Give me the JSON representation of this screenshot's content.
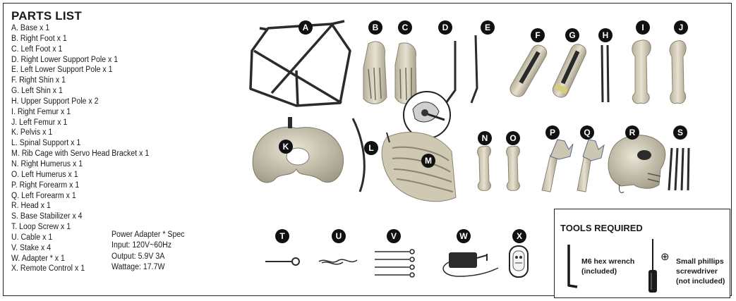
{
  "parts": {
    "title": "PARTS LIST",
    "items": [
      "A. Base x 1",
      "B. Right Foot x 1",
      "C. Left Foot x 1",
      "D. Right Lower Support Pole x 1",
      "E. Left Lower Support Pole x 1",
      "F. Right Shin x 1",
      "G. Left Shin x 1",
      "H. Upper Support Pole x 2",
      "I. Right Femur x 1",
      "J. Left Femur x 1",
      "K. Pelvis x 1",
      "L. Spinal Support x 1",
      "M. Rib Cage with Servo Head Bracket x 1",
      "N. Right Humerus x 1",
      "O. Left Humerus x 1",
      "P. Right Forearm x 1",
      "Q. Left Forearm x 1",
      "R. Head x 1",
      "S. Base Stabilizer x 4",
      "T.  Loop Screw x 1",
      "U.  Cable x 1",
      "V. Stake x 4",
      "W. Adapter * x 1",
      "X. Remote Control x 1"
    ]
  },
  "power": {
    "title": "Power Adapter * Spec",
    "input": "Input: 120V~60Hz",
    "output": "Output: 5.9V 3A",
    "wattage": "Wattage: 17.7W"
  },
  "tools": {
    "title": "TOOLS REQUIRED",
    "wrench_line1": "M6 hex wrench",
    "wrench_line2": "(included)",
    "driver_line1": "Small phillips",
    "driver_line2": "screwdriver",
    "driver_line3": "(not included)",
    "plus_symbol": "⊕"
  },
  "labels": {
    "A": "A",
    "B": "B",
    "C": "C",
    "D": "D",
    "E": "E",
    "F": "F",
    "G": "G",
    "H": "H",
    "I": "I",
    "J": "J",
    "K": "K",
    "L": "L",
    "M": "M",
    "N": "N",
    "O": "O",
    "P": "P",
    "Q": "Q",
    "R": "R",
    "S": "S",
    "T": "T",
    "U": "U",
    "V": "V",
    "W": "W",
    "X": "X"
  },
  "colors": {
    "bone": "#d8d2bf",
    "bone_shadow": "#9a937f",
    "metal": "#2b2b2b",
    "badge": "#111111"
  }
}
